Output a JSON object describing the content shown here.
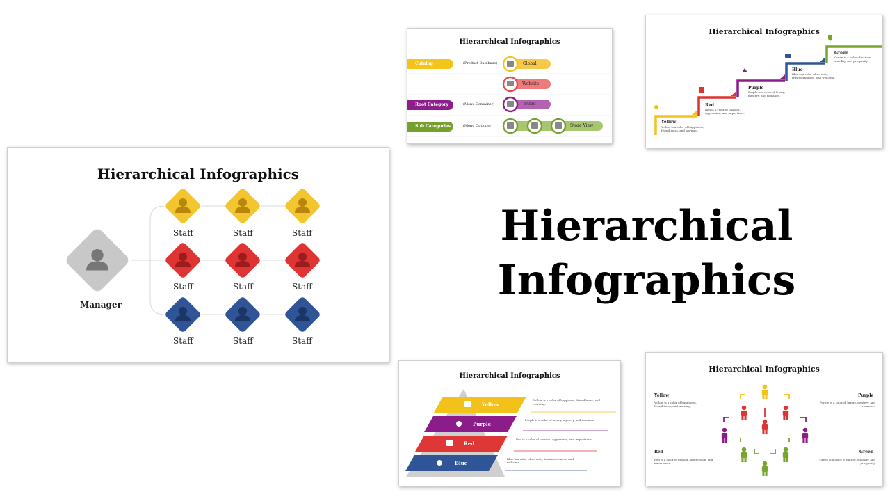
{
  "main_title": "Hierarchical Infographics",
  "slide_title": "Hierarchical Infographics",
  "slide1": {
    "manager_label": "Manager",
    "staff_label": "Staff",
    "colors": {
      "manager": "#c4c4c4",
      "yellow": "#f3c52e",
      "red": "#df3434",
      "blue": "#2f5596"
    }
  },
  "slide2": {
    "rows": [
      {
        "tag": "Catalog",
        "note": "(Product Database)",
        "nodes": [
          "Global"
        ],
        "color": "#f3c419",
        "pill": "#f6c948"
      },
      {
        "tag": "",
        "note": "",
        "nodes": [
          "Website"
        ],
        "color": "#e24b4b",
        "pill": "#ee7b7b"
      },
      {
        "tag": "Root Category",
        "note": "(Menu Container)",
        "nodes": [
          "Store"
        ],
        "color": "#8e1e8c",
        "pill": "#b561b3"
      },
      {
        "tag": "Sub Categories",
        "note": "(Menu Options)",
        "nodes": [
          "Store View"
        ],
        "color": "#77a02f",
        "pill": "#a6c76e"
      }
    ]
  },
  "slide3": {
    "steps": [
      {
        "name": "Yellow",
        "desc": "Yellow is a color of happiness, friendliness, and warning.",
        "color": "#f2c21b"
      },
      {
        "name": "Red",
        "desc": "Red is a color of passion, aggression, and importance.",
        "color": "#dd3333"
      },
      {
        "name": "Purple",
        "desc": "Purple is a color of luxury, mystery, and romance.",
        "color": "#8d1c8b"
      },
      {
        "name": "Blue",
        "desc": "Blue is a color of serenity, trustworthiness, and welcome.",
        "color": "#2f5596"
      },
      {
        "name": "Green",
        "desc": "Green is a color of nature, stability, and prosperity.",
        "color": "#79a52f"
      }
    ]
  },
  "slide4": {
    "layers": [
      {
        "name": "Yellow",
        "desc": "Yellow is a color of happiness, friendliness, and warning.",
        "color": "#f2c11a"
      },
      {
        "name": "Purple",
        "desc": "Purple is a color of luxury, mystery, and romance.",
        "color": "#8d1c8b"
      },
      {
        "name": "Red",
        "desc": "Red is a color of passion, aggression, and importance.",
        "color": "#df3636"
      },
      {
        "name": "Blue",
        "desc": "Blue is a color of serenity, trustworthiness, and welcome",
        "color": "#2f5596"
      }
    ]
  },
  "slide5": {
    "yellow": {
      "name": "Yellow",
      "desc": "Yellow is a color of happiness, friendliness, and warning."
    },
    "purple": {
      "name": "Purple",
      "desc": "Purple is a color of luxury, mystery, and romance."
    },
    "red": {
      "name": "Red",
      "desc": "Red is a color of passion, aggression, and importance."
    },
    "green": {
      "name": "Green",
      "desc": "Green is a color of nature, stability, and prosperity."
    }
  }
}
